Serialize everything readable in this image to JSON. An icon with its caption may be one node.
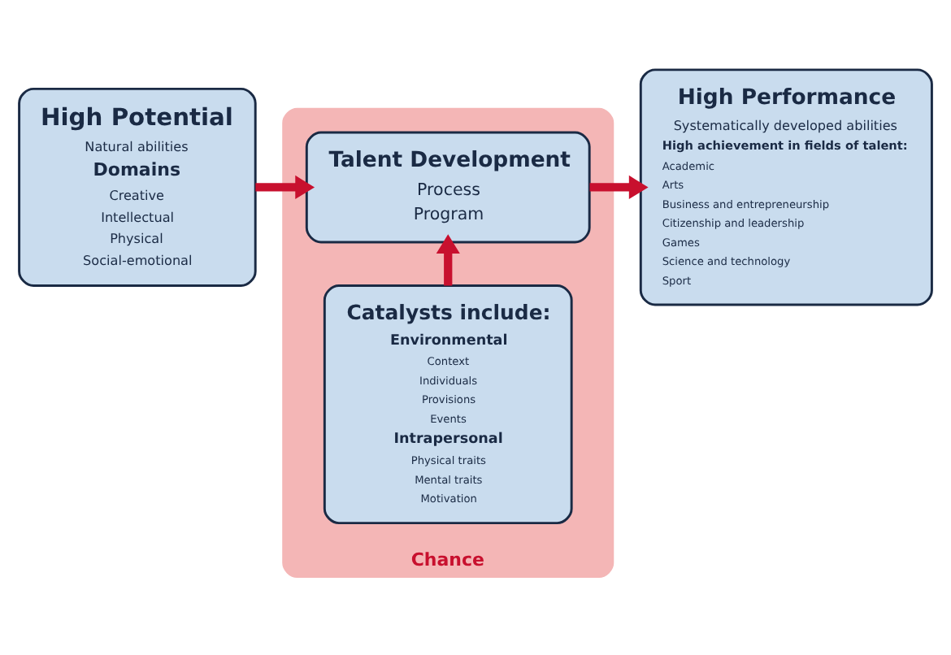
{
  "diagram": {
    "nodes": [
      {
        "text": [
          "High Potential",
          "Natural abilities",
          "Domains",
          "Creative",
          "Intellectual",
          "Physical",
          "Social-emotional"
        ]
      },
      {
        "text": [
          "Chance"
        ]
      },
      {
        "text": [
          "Talent Development",
          "Process",
          "Program"
        ],
        "in": 1
      },
      {
        "text": [
          "Catalysts include:",
          "Environmental",
          "Context",
          "Individuals",
          "Provisions",
          "Events",
          "Intrapersonal",
          "Physical traits",
          "Mental traits",
          "Motivation"
        ],
        "in": 1
      },
      {
        "text": [
          "High Performance",
          "Systematically developed abilities",
          "High achievement in fields of talent:",
          "Academic",
          "Arts",
          "Business and entrepreneurship",
          "Citizenship and leadership",
          "Games",
          "Science and technology",
          "Sport"
        ]
      }
    ],
    "edges": [
      {
        "from": 0,
        "to": 2,
        "arrow": "to"
      },
      {
        "from": 3,
        "to": 2,
        "arrow": "to"
      },
      {
        "from": 2,
        "to": 4,
        "arrow": "to"
      }
    ]
  }
}
